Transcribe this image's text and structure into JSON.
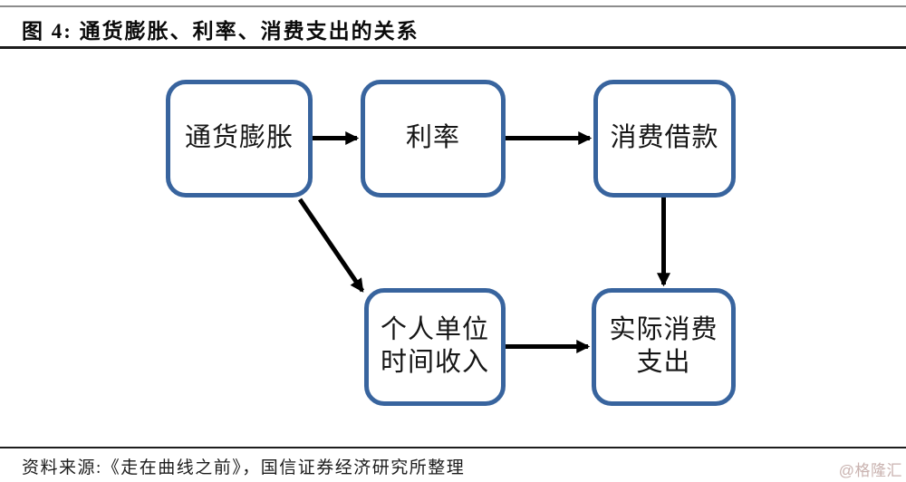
{
  "header": {
    "title": "图 4: 通货膨胀、利率、消费支出的关系"
  },
  "diagram": {
    "type": "flowchart",
    "nodes": [
      {
        "id": "inflation",
        "label": "通货膨胀"
      },
      {
        "id": "interest-rate",
        "label": "利率"
      },
      {
        "id": "borrowing",
        "label": "消费借款"
      },
      {
        "id": "personal-income",
        "label": "个人单位\n时间收入"
      },
      {
        "id": "actual-spending",
        "label": "实际消费\n支出"
      }
    ],
    "edges": [
      {
        "from": "通货膨胀",
        "to": "利率"
      },
      {
        "from": "利率",
        "to": "消费借款"
      },
      {
        "from": "消费借款",
        "to": "实际消费支出"
      },
      {
        "from": "通货膨胀",
        "to": "个人单位时间收入"
      },
      {
        "from": "个人单位时间收入",
        "to": "实际消费支出"
      }
    ],
    "colors": {
      "node_border": "#38649e",
      "node_fill": "#ffffff",
      "arrow": "#000000"
    }
  },
  "footer": {
    "source": "资料来源:《走在曲线之前》，国信证券经济研究所整理",
    "watermark": "@格隆汇",
    "watermark_color": "#c9b2af"
  }
}
